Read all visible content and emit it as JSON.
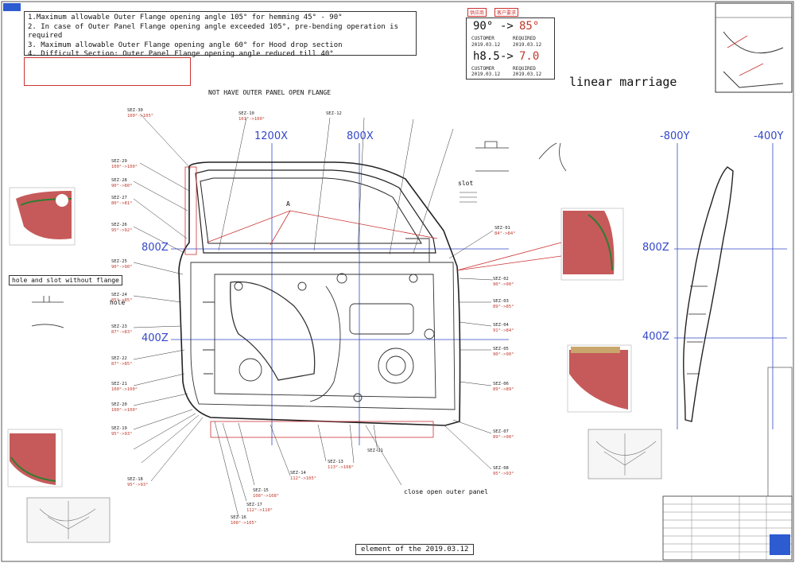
{
  "notes": [
    "1.Maximum allowable Outer Flange opening angle 105° for hemming 45° - 90°",
    "2. In case of Outer Panel Flange opening angle exceeded 105°, pre-bending operation is required",
    "3. Maximum allowable Outer Flange opening angle 60° for Hood drop section",
    "4. Difficult Section: Outer Panel Flange opening angle reduced till 40°"
  ],
  "spec": {
    "tag_left": "供应商",
    "tag_right": "客户要求",
    "angle_from": "90°",
    "arrow": "->",
    "angle_to": "85°",
    "row1_left_label": "CUSTOMER",
    "row1_right_label": "REQUIRED",
    "row1_left_date": "2019.03.12",
    "row1_right_date": "2019.03.12",
    "h_from": "h8.5",
    "h_to": "7.0",
    "row2_left_label": "CUSTOMER",
    "row2_right_label": "REQUIRED",
    "row2_left_date": "2019.03.12",
    "row2_right_date": "2019.03.12"
  },
  "title": "linear marriage",
  "headers": {
    "not_have_flange": "NOT HAVE OUTER PANEL OPEN FLANGE",
    "hole_slot": "hole and slot without flange",
    "close_open": "close open outer panel",
    "slot": "slot",
    "hole": "hole",
    "point_a": "A"
  },
  "axes": {
    "x1200": "1200X",
    "x800": "800X",
    "y800": "-800Y",
    "y400": "-400Y",
    "z800_left": "800Z",
    "z400_left": "400Z",
    "z800_right": "800Z",
    "z400_right": "400Z"
  },
  "footer": "element of the 2019.03.12",
  "sections_left": [
    "SEZ-30",
    "SEZ-29",
    "SEZ-28",
    "SEZ-27",
    "SEZ-26",
    "SEZ-25",
    "SEZ-24",
    "SEZ-23",
    "SEZ-22",
    "SEZ-21",
    "SEZ-20",
    "SEZ-19",
    "SEZ-18"
  ],
  "sections_right": [
    "SEZ-01",
    "SEZ-02",
    "SEZ-03",
    "SEZ-04",
    "SEZ-05",
    "SEZ-06",
    "SEZ-07",
    "SEZ-08",
    "SEZ-10",
    "SEZ-12"
  ],
  "sections_bottom": [
    "SEZ-16",
    "SEZ-15",
    "SEZ-14",
    "SEZ-13",
    "SEZ-17",
    "SEZ-11"
  ],
  "angles_left": [
    "100°->105°",
    "100°->100°",
    "90°->80°",
    "80°->81°",
    "95°->92°",
    "90°->90°",
    "85°->85°",
    "87°->83°",
    "87°->85°",
    "100°->100°",
    "100°->100°",
    "95°->93°",
    "95°->93°"
  ],
  "angles_right": [
    "84°->84°",
    "90°->90°",
    "89°->85°",
    "91°->84°",
    "90°->90°",
    "89°->89°",
    "89°->90°",
    "95°->93°",
    "101°->100°"
  ],
  "angles_bottom": [
    "108°->105°",
    "108°->108°",
    "112°->105°",
    "113°->108°",
    "112°->110°"
  ]
}
